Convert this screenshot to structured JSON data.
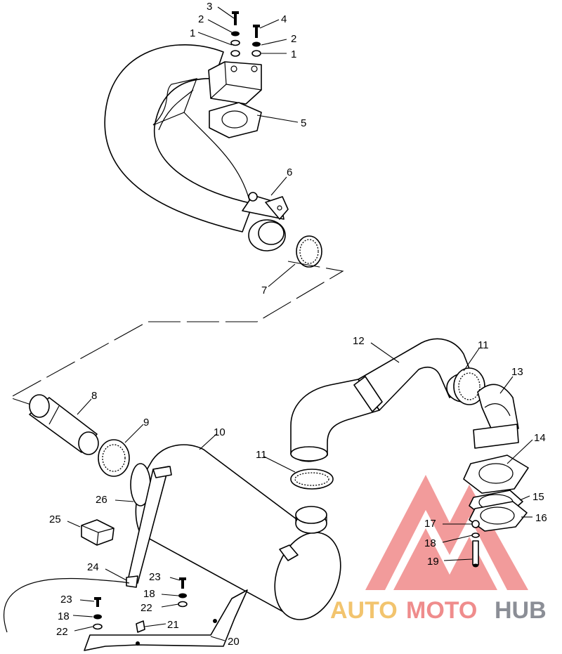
{
  "callouts": {
    "c3": "3",
    "c2a": "2",
    "c1a": "1",
    "c4": "4",
    "c2b": "2",
    "c1b": "1",
    "c5": "5",
    "c6": "6",
    "c7": "7",
    "c8": "8",
    "c9": "9",
    "c10": "10",
    "c11a": "11",
    "c11b": "11",
    "c12": "12",
    "c13": "13",
    "c14": "14",
    "c15": "15",
    "c16": "16",
    "c17": "17",
    "c18a": "18",
    "c19": "19",
    "c23a": "23",
    "c18b": "18",
    "c22a": "22",
    "c23b": "23",
    "c18c": "18",
    "c22b": "22",
    "c21": "21",
    "c20": "20",
    "c24": "24",
    "c25": "25",
    "c26": "26"
  },
  "watermark": {
    "word_a": "AUTO",
    "word_b": "MOTO",
    "word_c": "HUB",
    "color_a": "#f2c46e",
    "color_b": "#ef8c8c",
    "color_c": "#8b8e96"
  }
}
